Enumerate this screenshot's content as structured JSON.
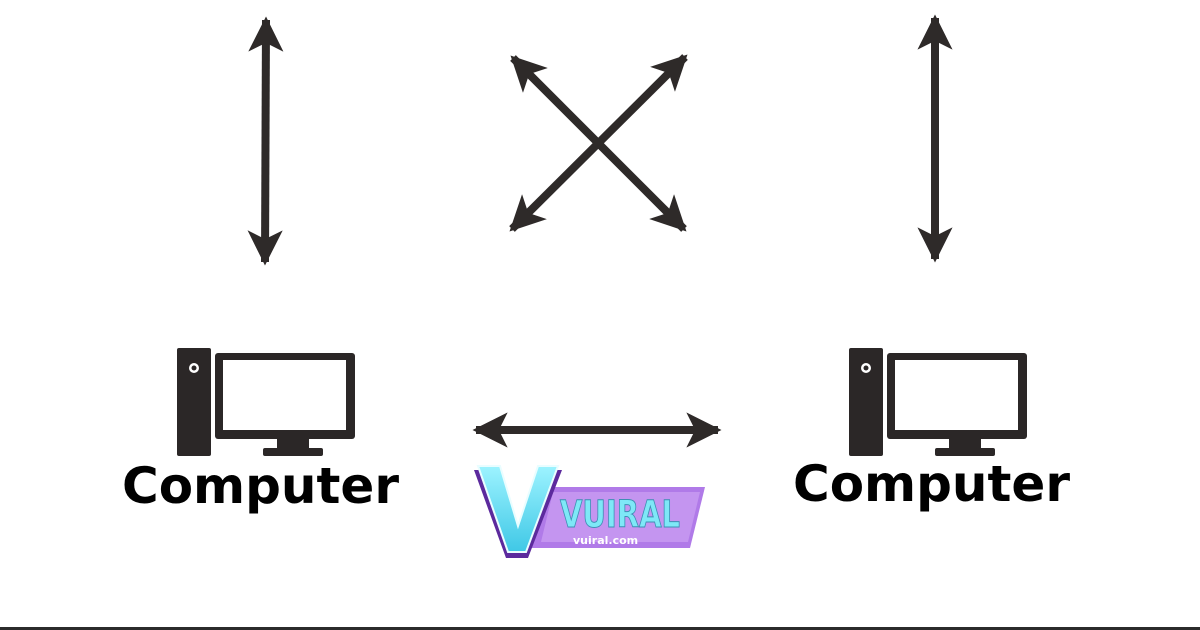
{
  "nodes": {
    "left": {
      "label": "Computer"
    },
    "right": {
      "label": "Computer"
    }
  },
  "watermark": {
    "main_text": "VUIRAL",
    "domain_text": "vuiral.com"
  },
  "colors": {
    "arrow": "#2e2a29",
    "computer": "#2b2727",
    "label": "#000000",
    "watermark_cyan": "#7ee8f7",
    "watermark_purple": "#b07ae8",
    "watermark_dark": "#5c2a9d"
  },
  "icons": [
    "double-arrow-icon",
    "desktop-computer-icon",
    "vuiral-logo-icon"
  ]
}
